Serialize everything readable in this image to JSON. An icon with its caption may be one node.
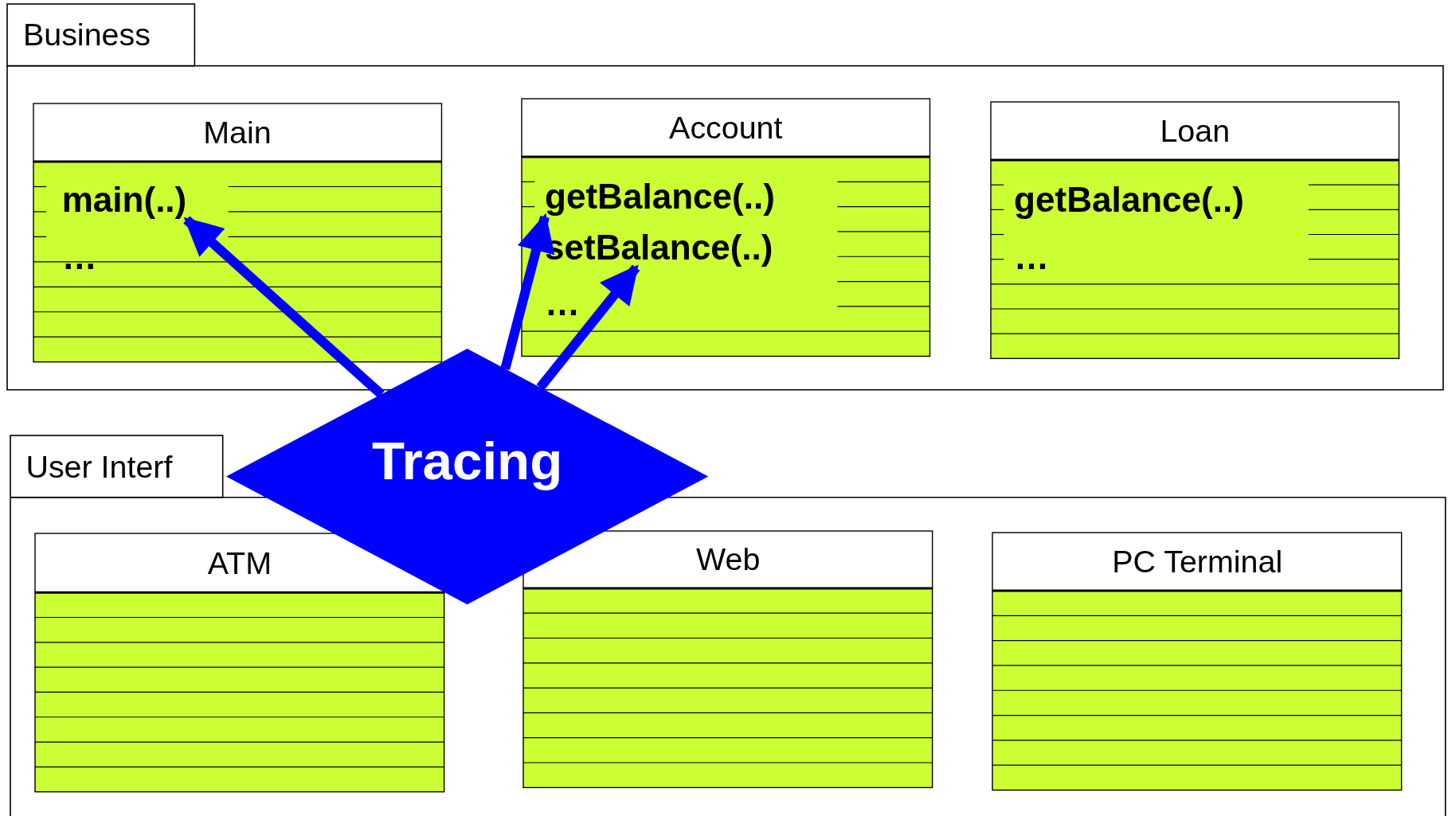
{
  "diagram": {
    "nodes": [
      {
        "text": [
          "Business"
        ]
      },
      {
        "text": [
          "Main"
        ],
        "in": 0
      },
      {
        "text": [
          "main(..)"
        ],
        "in": 1
      },
      {
        "text": [
          "Account"
        ],
        "in": 0
      },
      {
        "text": [
          "getBalance(..)"
        ],
        "in": 3
      },
      {
        "text": [
          "setBalance(..)"
        ],
        "in": 3
      },
      {
        "text": [
          "Loan"
        ],
        "in": 0
      },
      {
        "text": [
          "User Interf"
        ]
      },
      {
        "text": [
          "ATM"
        ],
        "in": 7
      },
      {
        "text": [
          "Web"
        ],
        "in": 7
      },
      {
        "text": [
          "PC Terminal"
        ],
        "in": 7
      },
      {
        "text": [
          "Tracing"
        ]
      }
    ],
    "edges": [
      {
        "from": 11,
        "to": 2,
        "arrow": "to"
      },
      {
        "from": 11,
        "to": 4,
        "arrow": "to"
      },
      {
        "from": 11,
        "to": 5,
        "arrow": "to"
      }
    ],
    "labels": [
      "…",
      "…",
      "getBalance(..)",
      "…"
    ]
  }
}
